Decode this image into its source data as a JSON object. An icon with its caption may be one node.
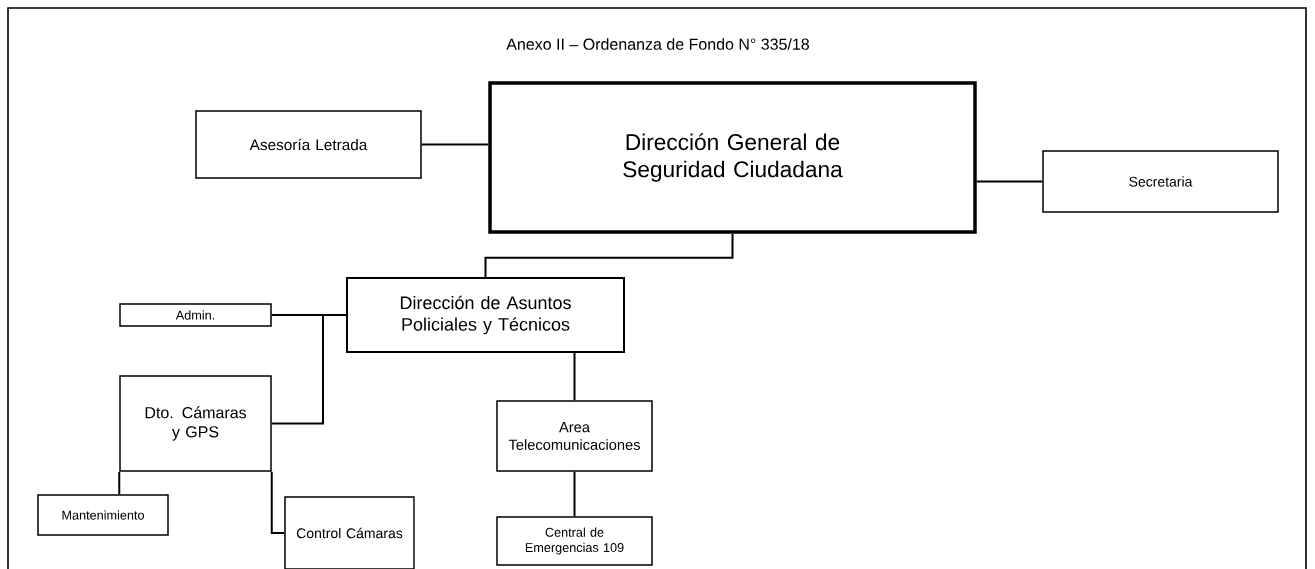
{
  "diagram": {
    "title": "Anexo II – Ordenanza de Fondo N° 335/18",
    "nodes": [
      {
        "text": [
          "Asesoría Letrada"
        ]
      },
      {
        "text": [
          "Dirección General de Seguridad Ciudadana"
        ]
      },
      {
        "text": [
          "Secretaria"
        ]
      },
      {
        "text": [
          "Dirección de Asuntos Policiales y Técnicos"
        ]
      },
      {
        "text": [
          "Admin."
        ]
      },
      {
        "text": [
          "Dto. Cámaras y GPS"
        ]
      },
      {
        "text": [
          "Area Telecomunicaciones"
        ]
      },
      {
        "text": [
          "Mantenimiento"
        ]
      },
      {
        "text": [
          "Control Cámaras"
        ]
      },
      {
        "text": [
          "Central de Emergencias 109"
        ]
      }
    ],
    "edges": [
      {
        "from": 0,
        "to": 1,
        "arrow": "none"
      },
      {
        "from": 1,
        "to": 2,
        "arrow": "none"
      },
      {
        "from": 1,
        "to": 3,
        "arrow": "none"
      },
      {
        "from": 4,
        "to": 3,
        "arrow": "none"
      },
      {
        "from": 3,
        "to": 5,
        "arrow": "none"
      },
      {
        "from": 3,
        "to": 6,
        "arrow": "none"
      },
      {
        "from": 5,
        "to": 7,
        "arrow": "none"
      },
      {
        "from": 5,
        "to": 8,
        "arrow": "none"
      },
      {
        "from": 6,
        "to": 9,
        "arrow": "none"
      }
    ]
  }
}
